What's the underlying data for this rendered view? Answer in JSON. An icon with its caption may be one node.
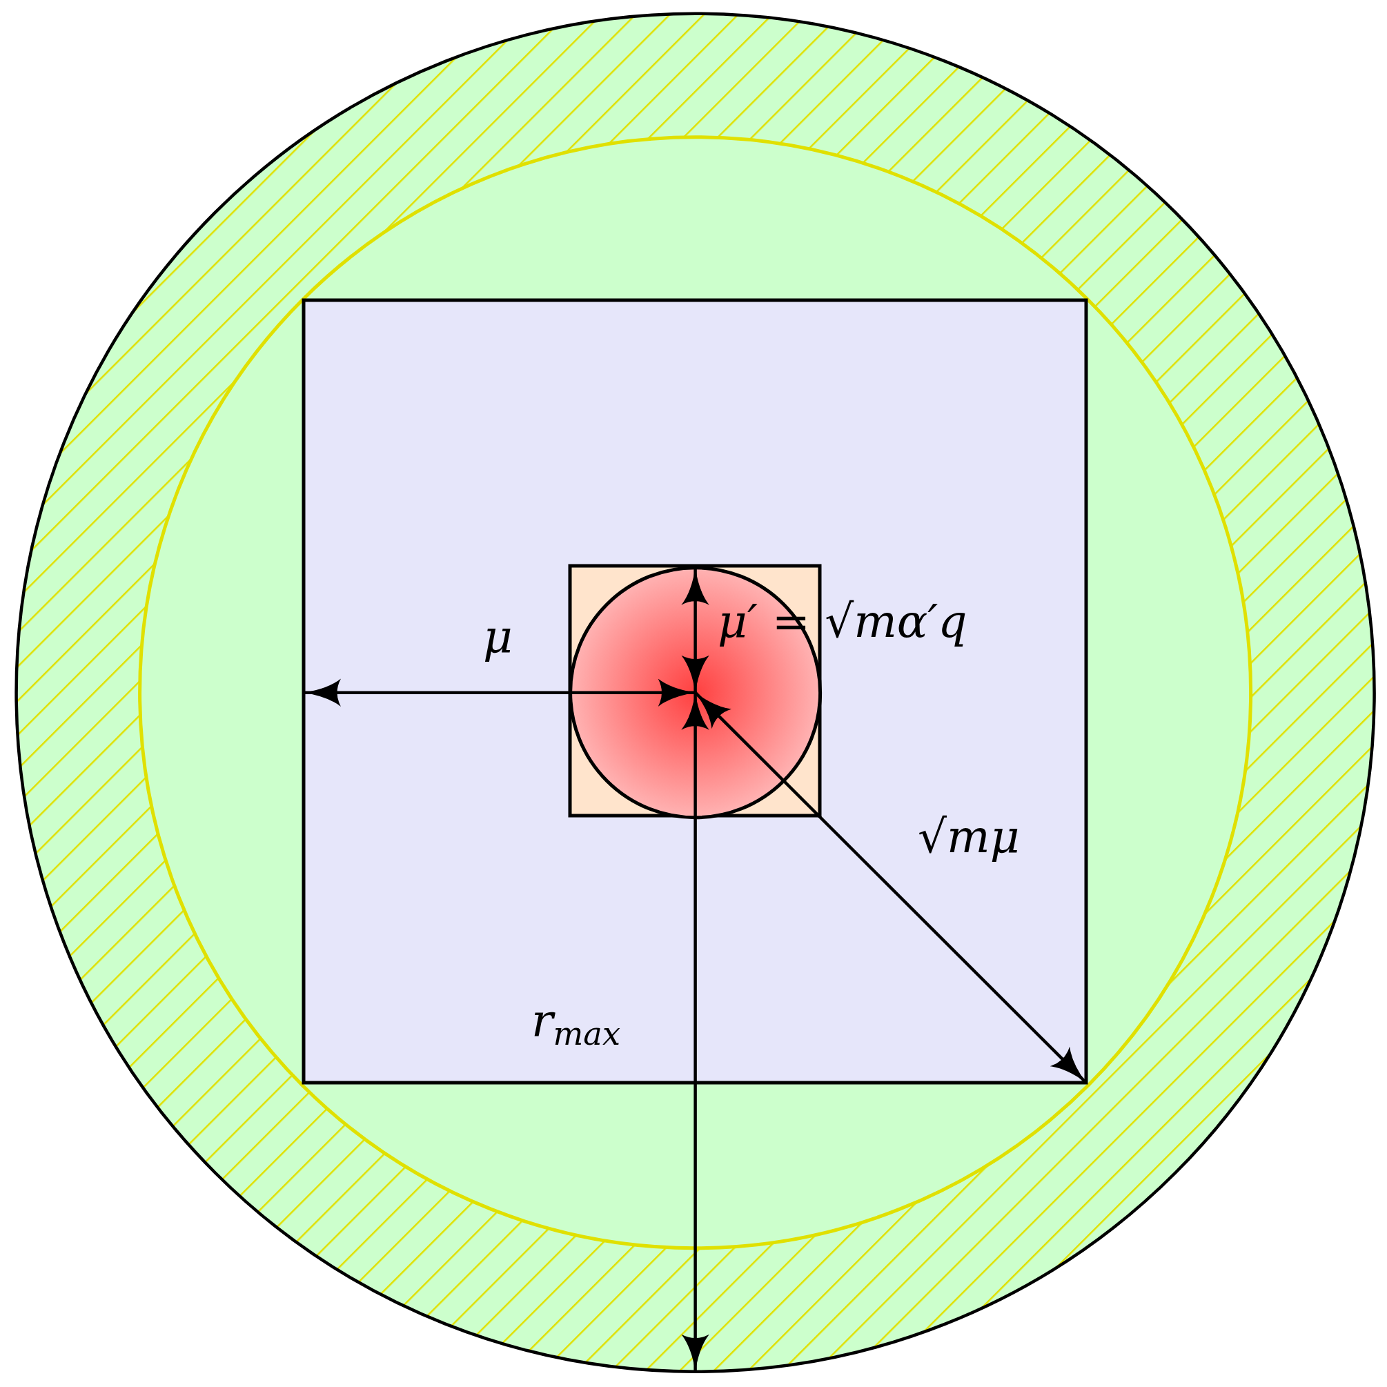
{
  "diagram": {
    "labels": [
      "μ",
      "μ′ = √mα′q",
      "√mμ",
      "r$_{max}$"
    ]
  }
}
